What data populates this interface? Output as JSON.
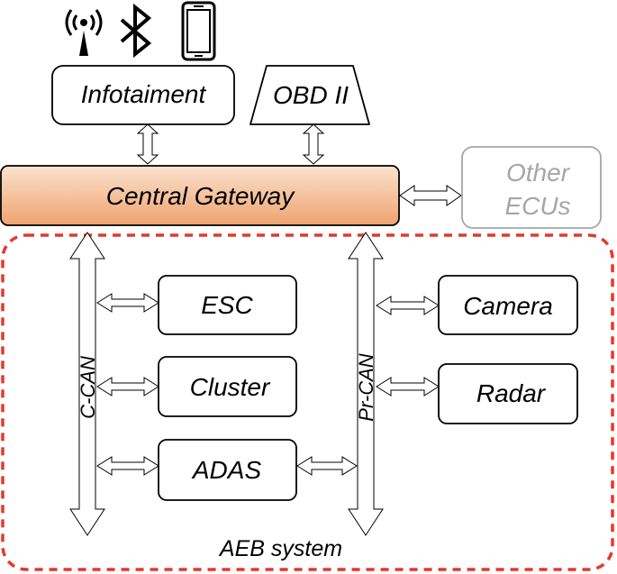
{
  "icons": [
    "antenna-icon",
    "bluetooth-icon",
    "smartphone-icon"
  ],
  "boxes": {
    "infotainment": "Infotaiment",
    "obd": "OBD II",
    "gateway": "Central Gateway",
    "other_ecus_line1": "Other",
    "other_ecus_line2": "ECUs",
    "esc": "ESC",
    "cluster": "Cluster",
    "adas": "ADAS",
    "camera": "Camera",
    "radar": "Radar"
  },
  "buses": {
    "c_can": "C-CAN",
    "pr_can": "Pr-CAN"
  },
  "system_label": "AEB system",
  "colors": {
    "gateway_fill_top": "#fbe2cf",
    "gateway_fill_bottom": "#efa36f",
    "system_border": "#e03a2f",
    "other_ecus": "#a6a6a6"
  }
}
